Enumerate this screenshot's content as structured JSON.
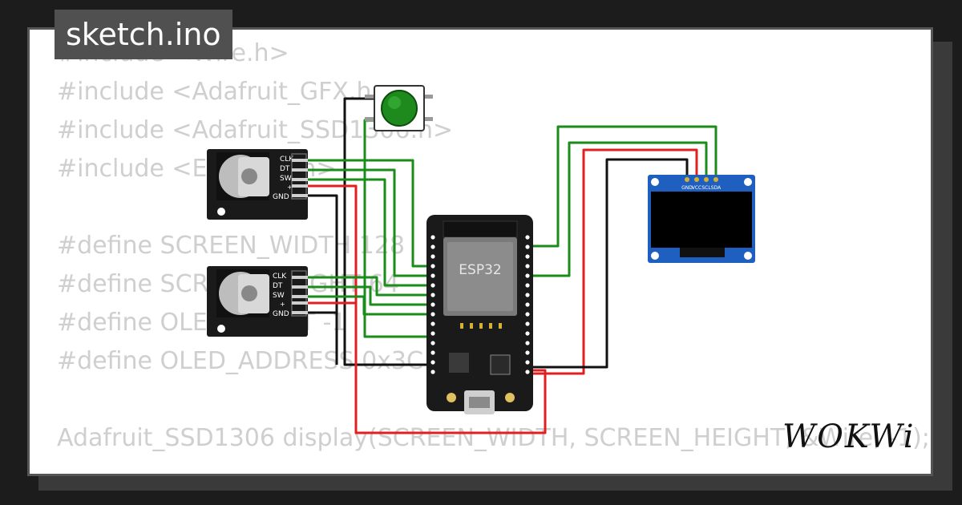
{
  "tab": {
    "title": "sketch.ino"
  },
  "code_lines": [
    "#include <Wire.h>",
    "#include <Adafruit_GFX.h>",
    "#include <Adafruit_SSD1306.h>",
    "#include <EEPROM.h>",
    "",
    "#define SCREEN_WIDTH 128",
    "#define SCREEN_HEIGHT 64",
    "#define OLED_RESET -1",
    "#define OLED_ADDRESS 0x3C",
    "",
    "Adafruit_SSD1306 display(SCREEN_WIDTH, SCREEN_HEIGHT, &Wire, -1);"
  ],
  "encoder_pins": [
    "CLK",
    "DT",
    "SW",
    "+",
    "GND"
  ],
  "esp32": {
    "label": "ESP32"
  },
  "oled_pins": [
    "GND",
    "VCC",
    "SCL",
    "SDA"
  ],
  "brand": {
    "logo": "WOKWi"
  },
  "colors": {
    "wire_green": "#1a8c1a",
    "wire_black": "#111111",
    "wire_red": "#e02020",
    "oled_board": "#1f5fbf",
    "button": "#1e8a1e"
  },
  "icons": [
    "encoder-knob-icon",
    "pushbutton-icon",
    "esp32-board-icon",
    "oled-display-icon",
    "usb-port-icon"
  ]
}
